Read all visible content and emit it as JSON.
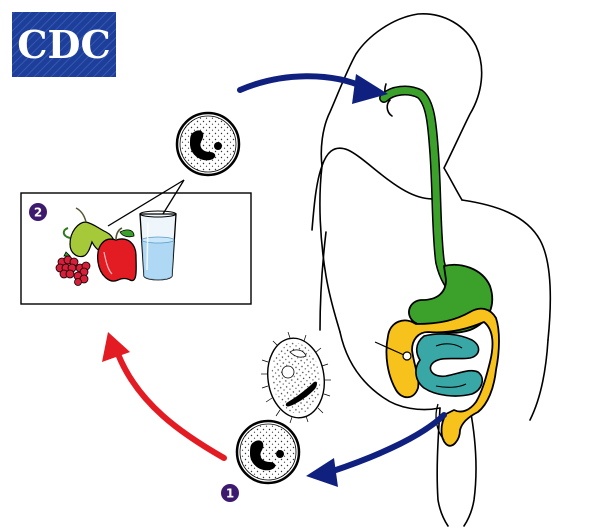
{
  "logo": {
    "text": "CDC",
    "background_color": "#1e3f99",
    "text_color": "#ffffff"
  },
  "stages": [
    {
      "number": "1",
      "badge_color": "#3d1a6e"
    },
    {
      "number": "2",
      "badge_color": "#3d1a6e"
    }
  ],
  "icons": [
    "cyst-icon",
    "trophozoite-icon",
    "pear-icon",
    "apple-icon",
    "raspberry-icon",
    "water-glass-icon",
    "human-body-icon"
  ],
  "colors": {
    "arrow_ingestion": "#10207f",
    "arrow_excretion": "#10207f",
    "arrow_environment": "#e31b23",
    "digestive_tract": "#3ba12a",
    "small_intestine": "#3aa7a7",
    "colon": "#f8c21d",
    "outline": "#000000"
  }
}
